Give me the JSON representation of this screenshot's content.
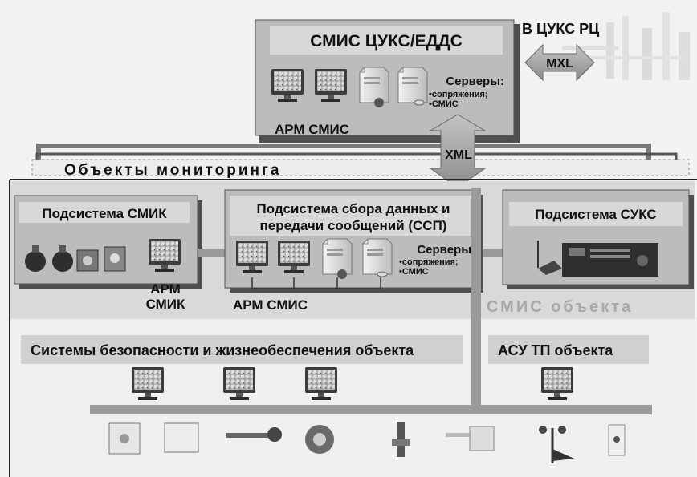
{
  "top": {
    "title": "СМИС ЦУКС/ЕДДС",
    "servers_title": "Серверы:",
    "servers_items": [
      "•сопряжения;",
      "•СМИС"
    ],
    "arm_label": "АРМ  СМИС"
  },
  "external": {
    "label": "В ЦУКС  РЦ",
    "arrow_label": "MXL"
  },
  "xml_label": "XML",
  "monitoring_title": "Объекты мониторинга",
  "smik": {
    "title": "Подсистема СМИК",
    "arm_line1": "АРМ",
    "arm_line2": "СМИК"
  },
  "ssp": {
    "title_line1": "Подсистема сбора данных и",
    "title_line2": "передачи сообщений (ССП)",
    "servers_title": "Серверы:",
    "servers_items": [
      "•сопряжения;",
      "•СМИС"
    ],
    "arm_label": "АРМ СМИС"
  },
  "suks": {
    "title": "Подсистема СУКС"
  },
  "smis_object": "СМИС объекта",
  "security": {
    "title": "Системы безопасности и жизнеобеспечения объекта"
  },
  "asu": {
    "title": "АСУ ТП объекта"
  },
  "icons": {
    "monitor": "monitor-icon",
    "server": "server-icon",
    "sensor": "sensor-icon",
    "radio": "radio-station-icon"
  },
  "colors": {
    "background": "#f2f2f2",
    "panel": "#bdbdbd",
    "label_box": "#d6d6d6",
    "dark": "#4a4a4a",
    "pipe": "#9a9a9a",
    "arrow": "#a7a7a7"
  }
}
